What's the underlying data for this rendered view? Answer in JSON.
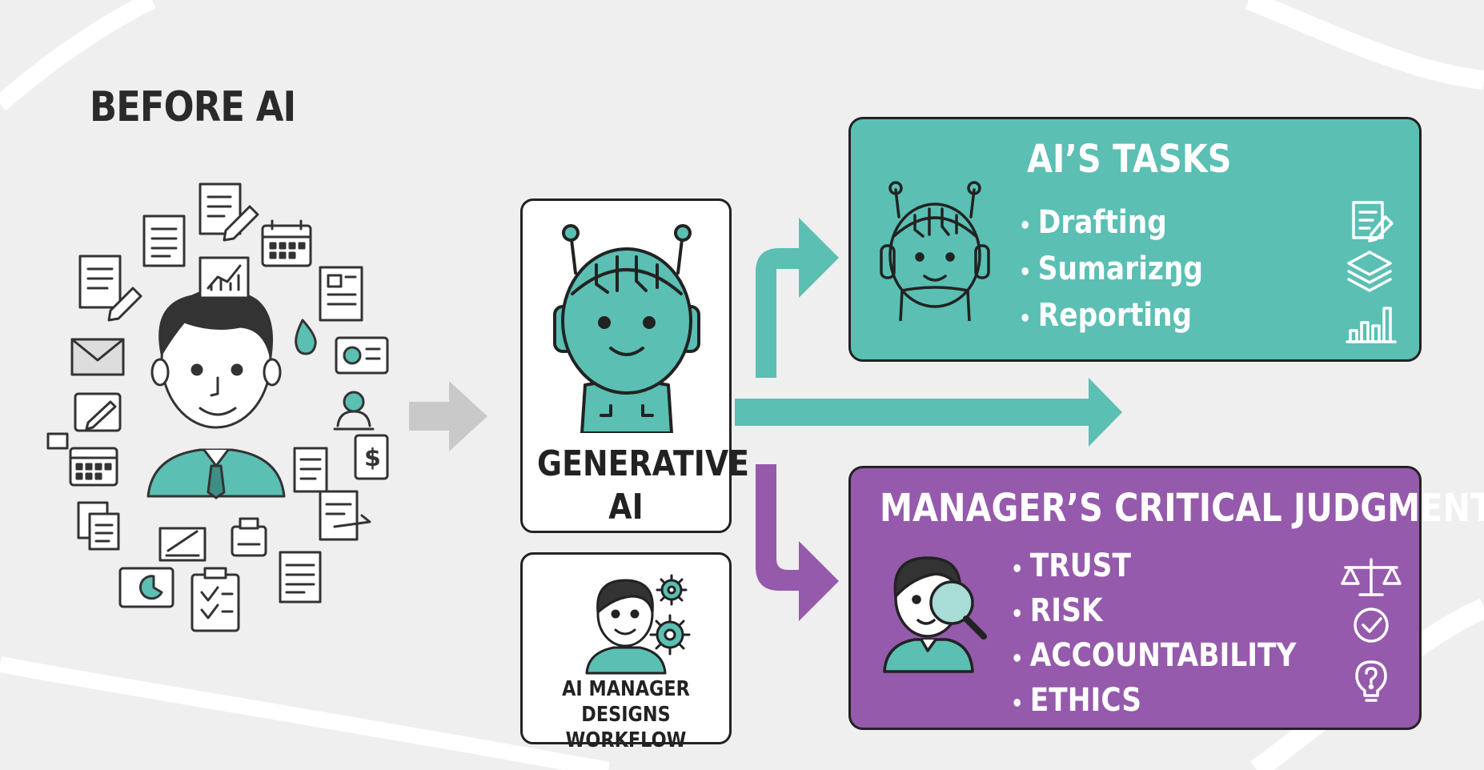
{
  "before": {
    "title": "BEFORE AI"
  },
  "center": {
    "genai_line1": "GENERATIVE",
    "genai_line2": "AI",
    "manager_line1": "AI MANAGER DESIGNS",
    "manager_line2": "WORKFLOW"
  },
  "ai_tasks": {
    "title": "AI’S TASKS",
    "items": [
      "Drafting",
      "Sumarizŋg",
      "Reporting"
    ],
    "icons": [
      "document-edit-icon",
      "layers-icon",
      "bar-chart-icon"
    ]
  },
  "judgment": {
    "title": "MANAGER’S CRITICAL JUDGMENT",
    "items": [
      "TRUST",
      "RISK",
      "ACCOUNTABILITY",
      "ETHICS"
    ],
    "icons": [
      "scales-icon",
      "check-badge-icon",
      "question-bulb-icon"
    ]
  },
  "colors": {
    "teal": "#5bbfb3",
    "purple": "#955aab",
    "dark": "#222222",
    "background": "#efefef"
  }
}
